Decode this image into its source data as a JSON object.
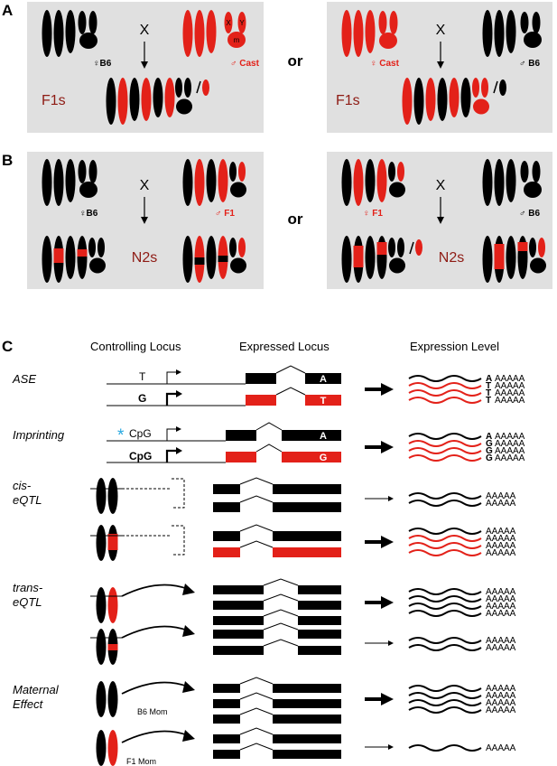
{
  "panels": {
    "A": {
      "letter": "A"
    },
    "B": {
      "letter": "B"
    },
    "C": {
      "letter": "C"
    }
  },
  "crosses": {
    "x": "X",
    "or": "or",
    "A_left": {
      "female": "♀B6",
      "male": "♂ Cast",
      "offspring": "F1s"
    },
    "A_right": {
      "female": "♀ Cast",
      "male": "♂ B6",
      "offspring": "F1s"
    },
    "B_left": {
      "female": "♀B6",
      "male": "♂ F1",
      "offspring": "N2s"
    },
    "B_right": {
      "female": "♀ F1",
      "male": "♂ B6",
      "offspring": "N2s"
    },
    "chrom_letters": [
      "X",
      "Y",
      "m"
    ]
  },
  "panelC": {
    "headers": {
      "controlling": "Controlling Locus",
      "expressed": "Expressed Locus",
      "level": "Expression Level"
    },
    "rows": {
      "ase": {
        "label": "ASE",
        "allele1": "T",
        "allele2": "G",
        "exon_top": "A",
        "exon_bottom": "T",
        "reads": [
          "A",
          "T",
          "T",
          "T"
        ]
      },
      "imprinting": {
        "label": "Imprinting",
        "star": "*",
        "cpg1": "CpG",
        "cpg2": "CpG",
        "exon_top": "A",
        "exon_bottom": "G",
        "reads": [
          "A",
          "G",
          "G",
          "G"
        ]
      },
      "cis": {
        "label1": "cis-",
        "label2": "eQTL"
      },
      "trans": {
        "label1": "trans-",
        "label2": "eQTL"
      },
      "maternal": {
        "label1": "Maternal",
        "label2": "Effect",
        "mom1": "B6 Mom",
        "mom2": "F1 Mom"
      }
    },
    "polyA": "AAAAA"
  },
  "colors": {
    "red": "#e32119",
    "black": "#000000",
    "panel_bg": "#e0e0e0"
  }
}
